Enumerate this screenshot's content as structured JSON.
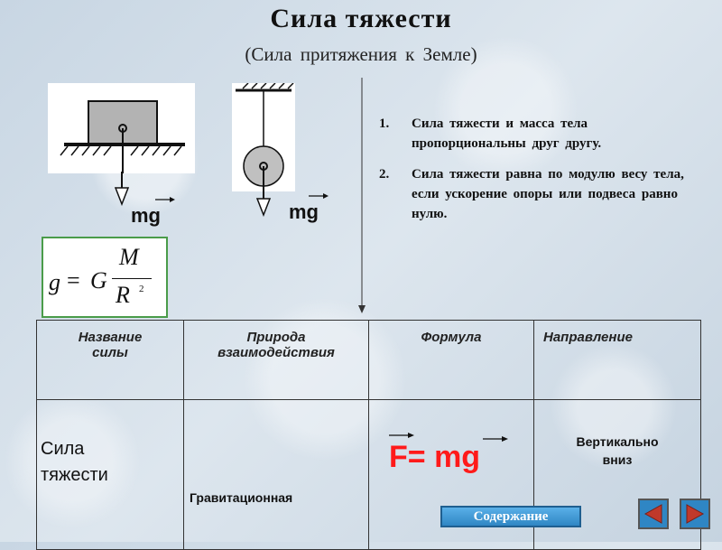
{
  "slide": {
    "title": "Сила тяжести",
    "subtitle": "(Сила притяжения к Земле)"
  },
  "diagrams": {
    "block_label": "mg",
    "pendulum_label": "mg"
  },
  "formula": {
    "g": "g",
    "equals": "=",
    "G": "G",
    "M": "M",
    "R": "R",
    "exp": "2"
  },
  "properties": [
    {
      "num": "1.",
      "text": "Сила тяжести и масса тела пропорциональны друг другу."
    },
    {
      "num": "2.",
      "text": "Сила тяжести равна по модулю весу тела, если ускорение опоры или подвеса равно нулю."
    }
  ],
  "table": {
    "headers": [
      {
        "line1": "Название",
        "line2": "силы"
      },
      {
        "line1": "Природа",
        "line2": "взаимодействия"
      },
      {
        "line1": "Формула",
        "line2": ""
      },
      {
        "line1": "Направление",
        "line2": ""
      }
    ],
    "row": {
      "name_line1": "Сила",
      "name_line2": "тяжести",
      "nature": "Гравитационная",
      "formula": "F= mg",
      "direction_line1": "Вертикально",
      "direction_line2": "вниз"
    }
  },
  "nav": {
    "contents_label": "Содержание"
  },
  "colors": {
    "formula_red": "#ff1a1a",
    "button_blue": "#2f86c4",
    "box_green": "#4a9c4a"
  }
}
